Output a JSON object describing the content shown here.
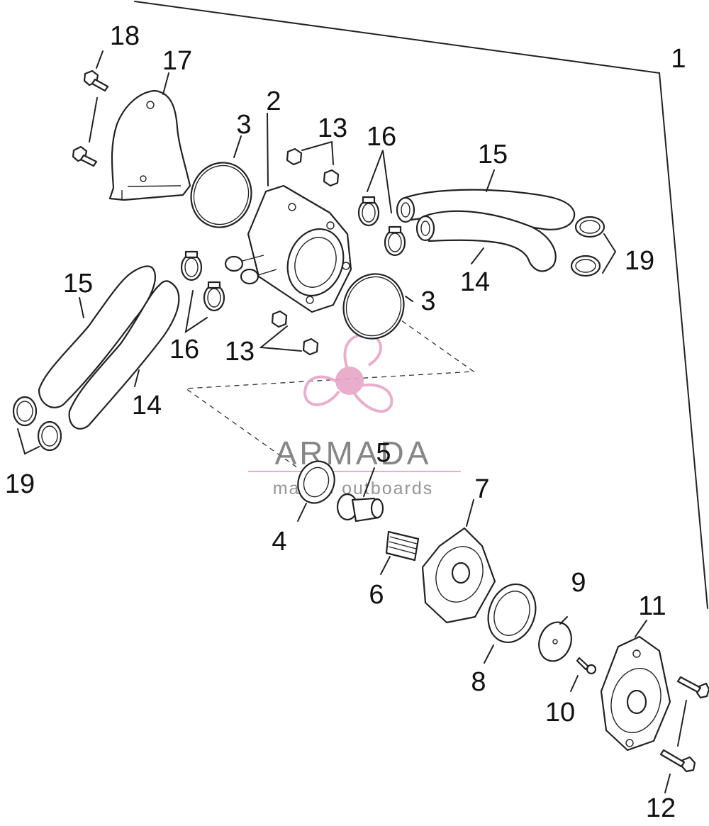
{
  "watermark": {
    "brand": "ARMADA",
    "tagline": "marine outboards",
    "accent_color": "#e8a6c8",
    "text_color": "#7a7a7a"
  },
  "callouts": {
    "c1": "1",
    "c2": "2",
    "c3a": "3",
    "c3b": "3",
    "c4": "4",
    "c5": "5",
    "c6": "6",
    "c7": "7",
    "c8": "8",
    "c9": "9",
    "c10": "10",
    "c11": "11",
    "c12": "12",
    "c13a": "13",
    "c13b": "13",
    "c14a": "14",
    "c14b": "14",
    "c15a": "15",
    "c15b": "15",
    "c16a": "16",
    "c16b": "16",
    "c17": "17",
    "c18": "18",
    "c19a": "19",
    "c19b": "19"
  }
}
